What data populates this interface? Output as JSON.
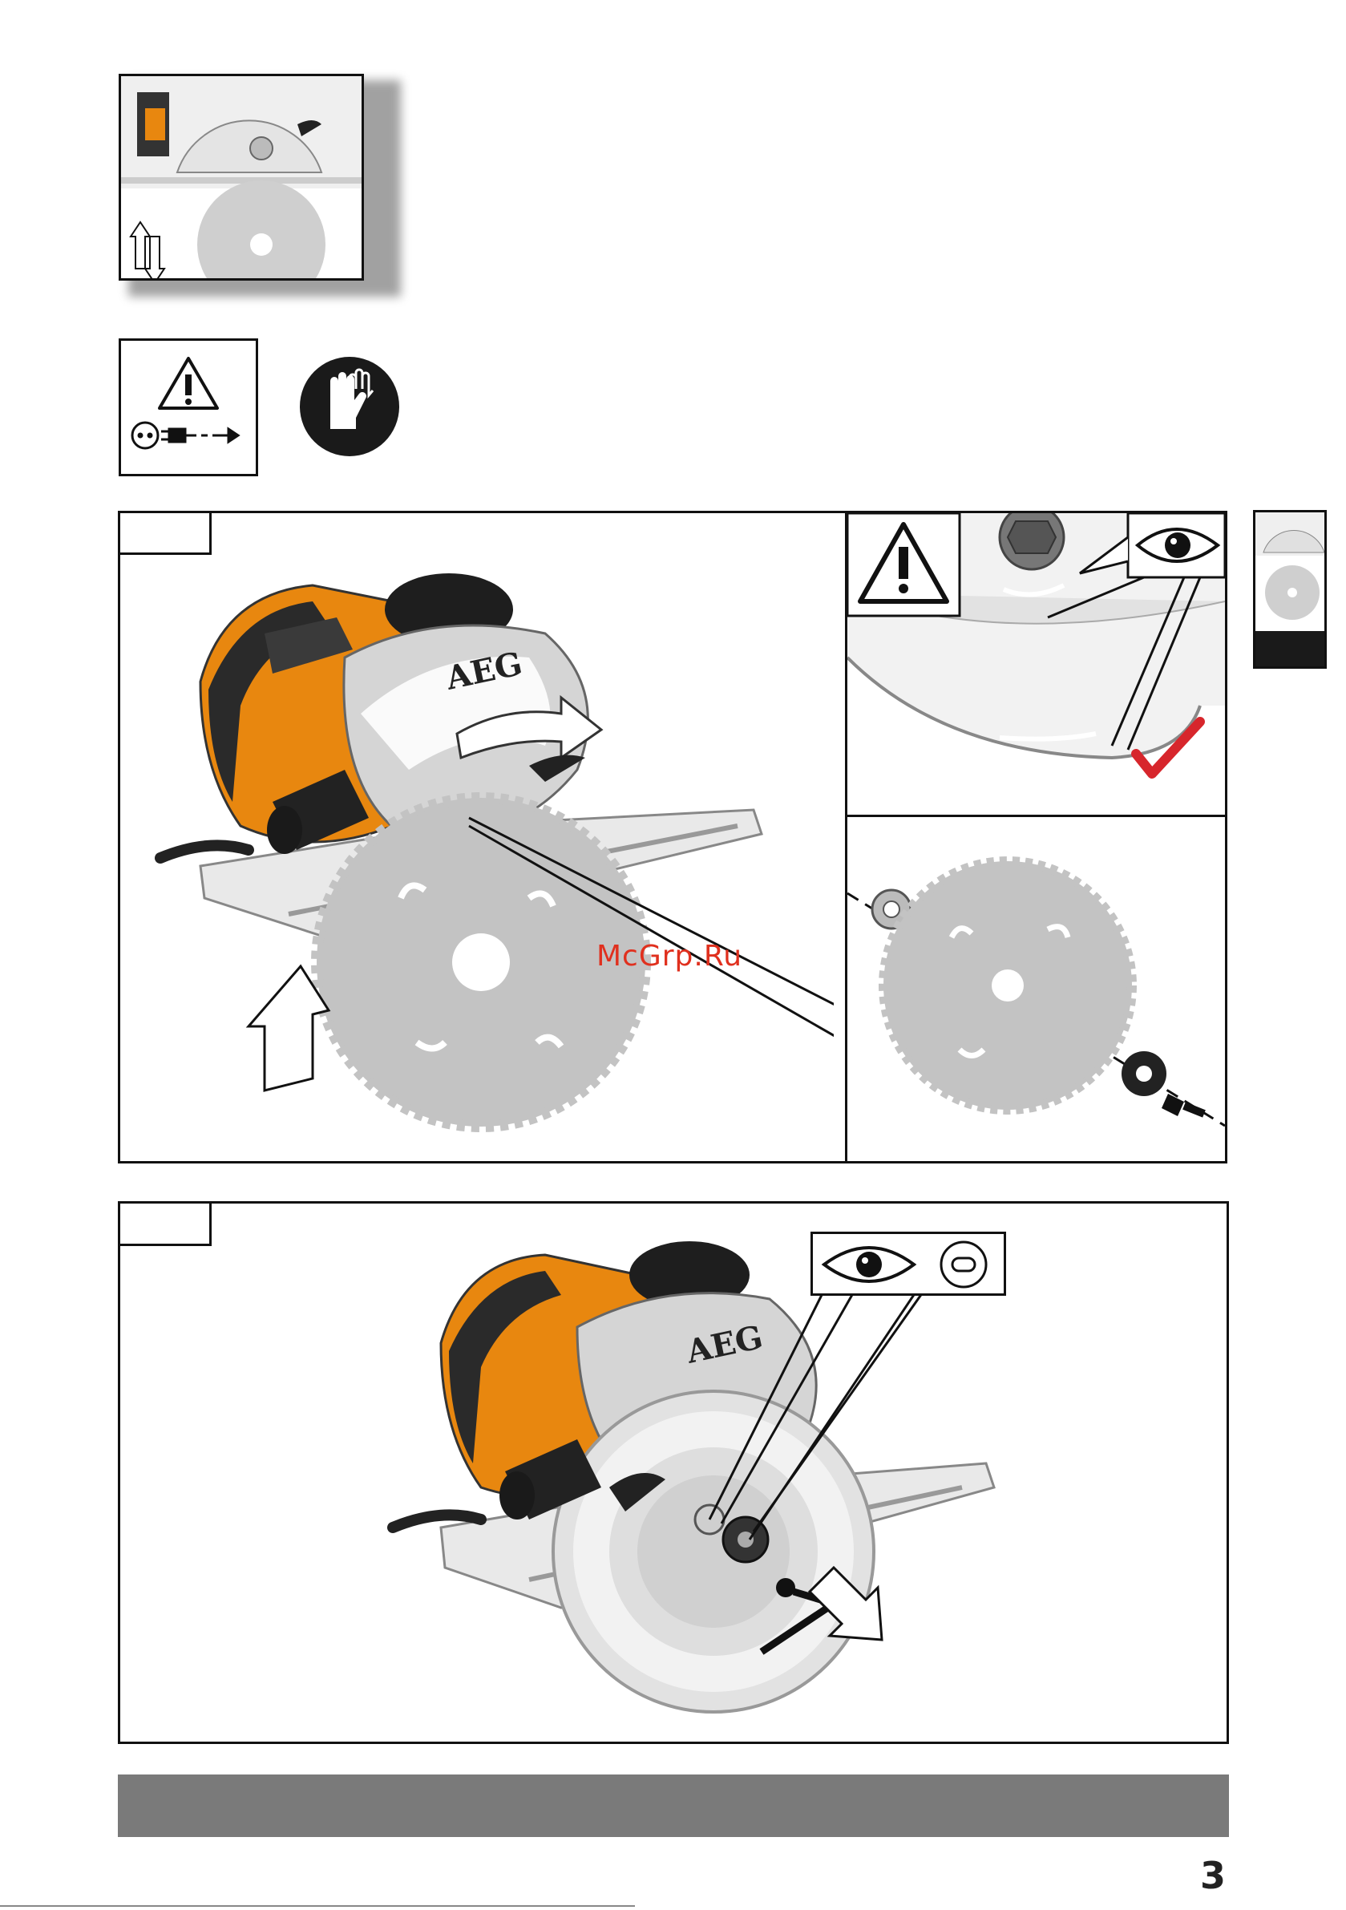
{
  "watermark": "McGrp.Ru",
  "page_number": "3",
  "brand_logo": "AEG",
  "thumbnail": {
    "icons": [
      "saw-blade-icon",
      "up-down-arrows-icon"
    ]
  },
  "safety": {
    "icons": [
      "warning-triangle-icon",
      "unplug-icon",
      "gloves-icon"
    ]
  },
  "figure_1": {
    "icons": [
      "warning-triangle-icon",
      "eye-icon",
      "check-mark-icon",
      "insert-arrow-icon"
    ]
  },
  "figure_2": {
    "icons": [
      "eye-icon",
      "flange-icon",
      "hex-key-icon",
      "insert-arrow-icon"
    ]
  },
  "colors": {
    "accent": "#e8870f",
    "frame": "#111111",
    "footer_band": "#7a7a7a",
    "check": "#d7262c",
    "blade": "#bdbdbd"
  }
}
